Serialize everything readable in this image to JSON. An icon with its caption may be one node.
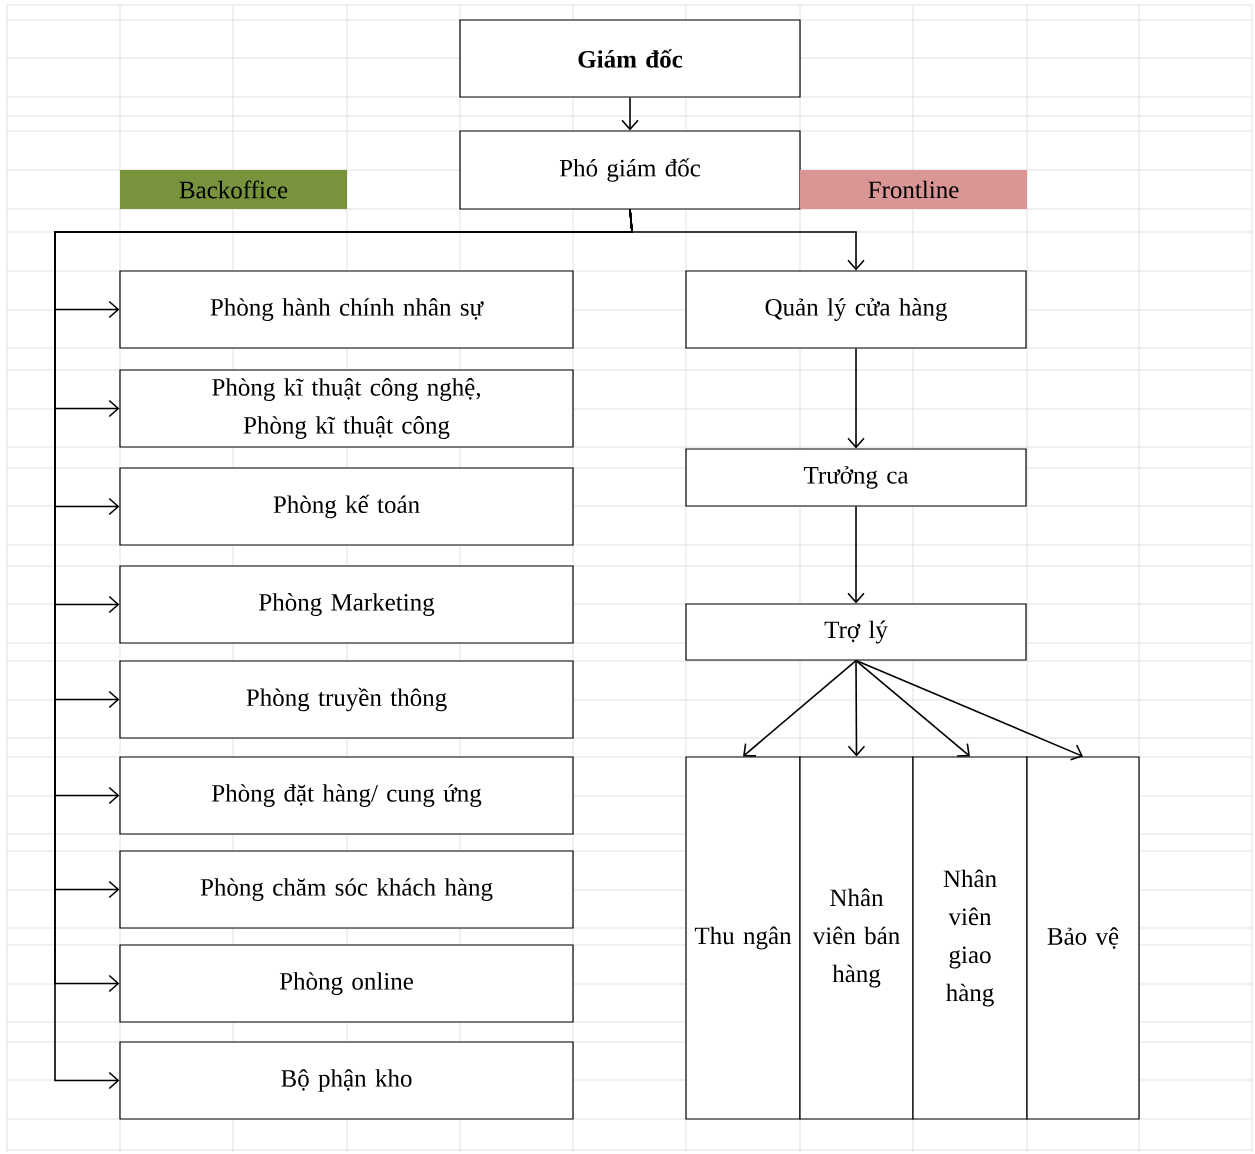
{
  "diagram": {
    "nodes": [
      {
        "text": [
          "Giám đốc"
        ]
      },
      {
        "text": [
          "Phó giám đốc"
        ]
      },
      {
        "text": [
          "Backoffice"
        ]
      },
      {
        "text": [
          "Frontline"
        ]
      },
      {
        "text": [
          "Phòng hành chính nhân sự"
        ]
      },
      {
        "text": [
          "Phòng kĩ thuật công nghệ, Phòng kĩ thuật công"
        ]
      },
      {
        "text": [
          "Phòng kế toán"
        ]
      },
      {
        "text": [
          "Phòng Marketing"
        ]
      },
      {
        "text": [
          "Phòng truyền thông"
        ]
      },
      {
        "text": [
          "Phòng đặt hàng/ cung ứng"
        ]
      },
      {
        "text": [
          "Phòng chăm sóc khách hàng"
        ]
      },
      {
        "text": [
          "Phòng online"
        ]
      },
      {
        "text": [
          "Bộ phận kho"
        ]
      },
      {
        "text": [
          "Quản lý cửa hàng"
        ]
      },
      {
        "text": [
          "Trưởng ca"
        ]
      },
      {
        "text": [
          "Trợ lý"
        ]
      },
      {
        "text": [
          "Thu ngân"
        ]
      },
      {
        "text": [
          "Nhân viên bán hàng"
        ]
      },
      {
        "text": [
          "Nhân viên giao hàng"
        ]
      },
      {
        "text": [
          "Bảo vệ"
        ]
      }
    ],
    "edges": [
      {
        "from": 0,
        "to": 1,
        "arrow": "to"
      },
      {
        "from": 1,
        "to": 4,
        "arrow": "to"
      },
      {
        "from": 1,
        "to": 5,
        "arrow": "to"
      },
      {
        "from": 1,
        "to": 6,
        "arrow": "to"
      },
      {
        "from": 1,
        "to": 7,
        "arrow": "to"
      },
      {
        "from": 1,
        "to": 8,
        "arrow": "to"
      },
      {
        "from": 1,
        "to": 9,
        "arrow": "to"
      },
      {
        "from": 1,
        "to": 10,
        "arrow": "to"
      },
      {
        "from": 1,
        "to": 11,
        "arrow": "to"
      },
      {
        "from": 1,
        "to": 12,
        "arrow": "to"
      },
      {
        "from": 1,
        "to": 13,
        "arrow": "to"
      },
      {
        "from": 13,
        "to": 14,
        "arrow": "to"
      },
      {
        "from": 14,
        "to": 15,
        "arrow": "to"
      },
      {
        "from": 15,
        "to": 16,
        "arrow": "to"
      },
      {
        "from": 15,
        "to": 17,
        "arrow": "to"
      },
      {
        "from": 15,
        "to": 18,
        "arrow": "to"
      },
      {
        "from": 15,
        "to": 19,
        "arrow": "to"
      }
    ]
  }
}
